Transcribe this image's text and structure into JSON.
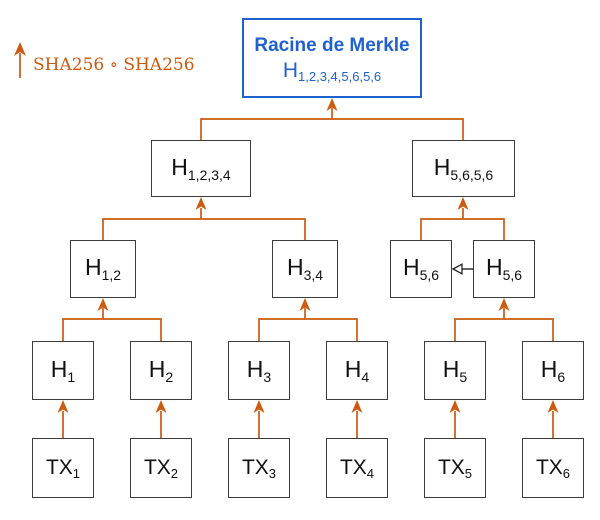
{
  "colors": {
    "arrow": "#cc5a0f",
    "accent_blue": "#2061d0",
    "box_border": "#3c3c3c",
    "copy_arrow": "#222222",
    "bg": "#ffffff"
  },
  "legend": {
    "label": "SHA256 ∘ SHA256"
  },
  "tree": {
    "root": {
      "title": "Racine de Merkle",
      "hash_main": "H",
      "hash_sub": "1,2,3,4,5,6,5,6"
    },
    "level2": [
      {
        "main": "H",
        "sub": "1,2,3,4"
      },
      {
        "main": "H",
        "sub": "5,6,5,6"
      }
    ],
    "level3": [
      {
        "main": "H",
        "sub": "1,2"
      },
      {
        "main": "H",
        "sub": "3,4"
      },
      {
        "main": "H",
        "sub": "5,6"
      },
      {
        "main": "H",
        "sub": "5,6"
      }
    ],
    "level4": [
      {
        "main": "H",
        "sub": "1"
      },
      {
        "main": "H",
        "sub": "2"
      },
      {
        "main": "H",
        "sub": "3"
      },
      {
        "main": "H",
        "sub": "4"
      },
      {
        "main": "H",
        "sub": "5"
      },
      {
        "main": "H",
        "sub": "6"
      }
    ],
    "transactions": [
      {
        "main": "TX",
        "sub": "1"
      },
      {
        "main": "TX",
        "sub": "2"
      },
      {
        "main": "TX",
        "sub": "3"
      },
      {
        "main": "TX",
        "sub": "4"
      },
      {
        "main": "TX",
        "sub": "5"
      },
      {
        "main": "TX",
        "sub": "6"
      }
    ]
  }
}
